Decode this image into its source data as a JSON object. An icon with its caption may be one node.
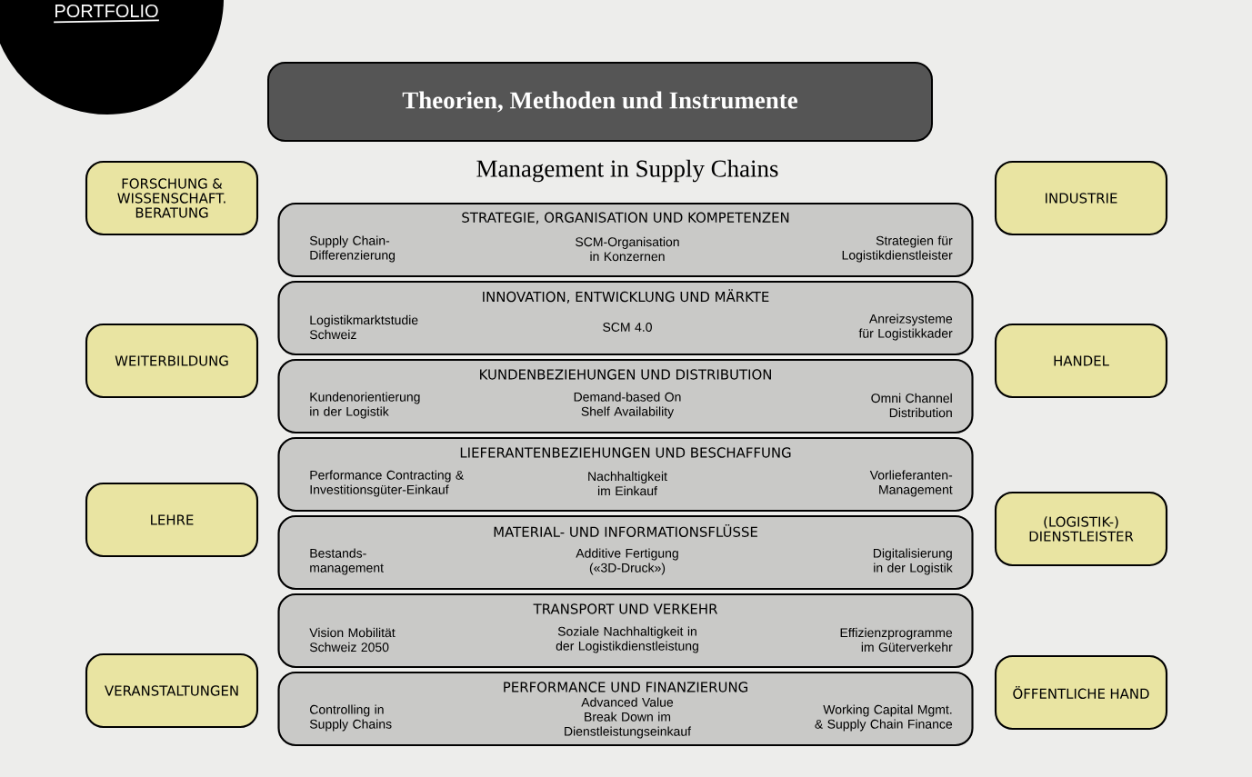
{
  "diagram": {
    "title": "Management in Supply Chains",
    "nodes": [
      {
        "text": [
          "PORTFOLIO"
        ]
      },
      {
        "text": [
          "Theorien, Methoden und Instrumente"
        ]
      },
      {
        "text": [
          "STRATEGIE, ORGANISATION UND KOMPETENZEN",
          "Supply Chain- Differenzierung",
          "SCM-Organisation in Konzernen",
          "Strategien für Logistikdienstleister"
        ]
      },
      {
        "text": [
          "INNOVATION, ENTWICKLUNG UND MÄRKTE",
          "Logistikmarktstudie Schweiz",
          "SCM 4.0",
          "Anreizsysteme für Logistikkader"
        ]
      },
      {
        "text": [
          "KUNDENBEZIEHUNGEN UND DISTRIBUTION",
          "Kundenorientierung in der Logistik",
          "Demand-based On Shelf Availability",
          "Omni Channel Distribution"
        ]
      },
      {
        "text": [
          "LIEFERANTENBEZIEHUNGEN UND BESCHAFFUNG",
          "Performance Contracting & Investitionsgüter-Einkauf",
          "Nachhaltigkeit im Einkauf",
          "Vorlieferanten- Management"
        ]
      },
      {
        "text": [
          "MATERIAL- UND INFORMATIONSFLÜSSE",
          "Bestands- management",
          "Additive Fertigung («3D-Druck»)",
          "Digitalisierung in der Logistik"
        ]
      },
      {
        "text": [
          "TRANSPORT UND VERKEHR",
          "Vision Mobilität Schweiz 2050",
          "Soziale Nachhaltigkeit in der Logistikdienstleistung",
          "Effizienzprogramme im Güterverkehr"
        ]
      },
      {
        "text": [
          "PERFORMANCE UND FINANZIERUNG",
          "Controlling in Supply Chains",
          "Advanced Value Break Down im Dienstleistungseinkauf",
          "Working Capital Mgmt. & Supply Chain Finance"
        ]
      },
      {
        "text": [
          "FORSCHUNG & WISSENSCHAFT. BERATUNG"
        ]
      },
      {
        "text": [
          "WEITERBILDUNG"
        ]
      },
      {
        "text": [
          "LEHRE"
        ]
      },
      {
        "text": [
          "VERANSTALTUNGEN"
        ]
      },
      {
        "text": [
          "INDUSTRIE"
        ]
      },
      {
        "text": [
          "HANDEL"
        ]
      },
      {
        "text": [
          "(LOGISTIK-) DIENSTLEISTER"
        ]
      },
      {
        "text": [
          "ÖFFENTLICHE HAND"
        ]
      }
    ]
  }
}
